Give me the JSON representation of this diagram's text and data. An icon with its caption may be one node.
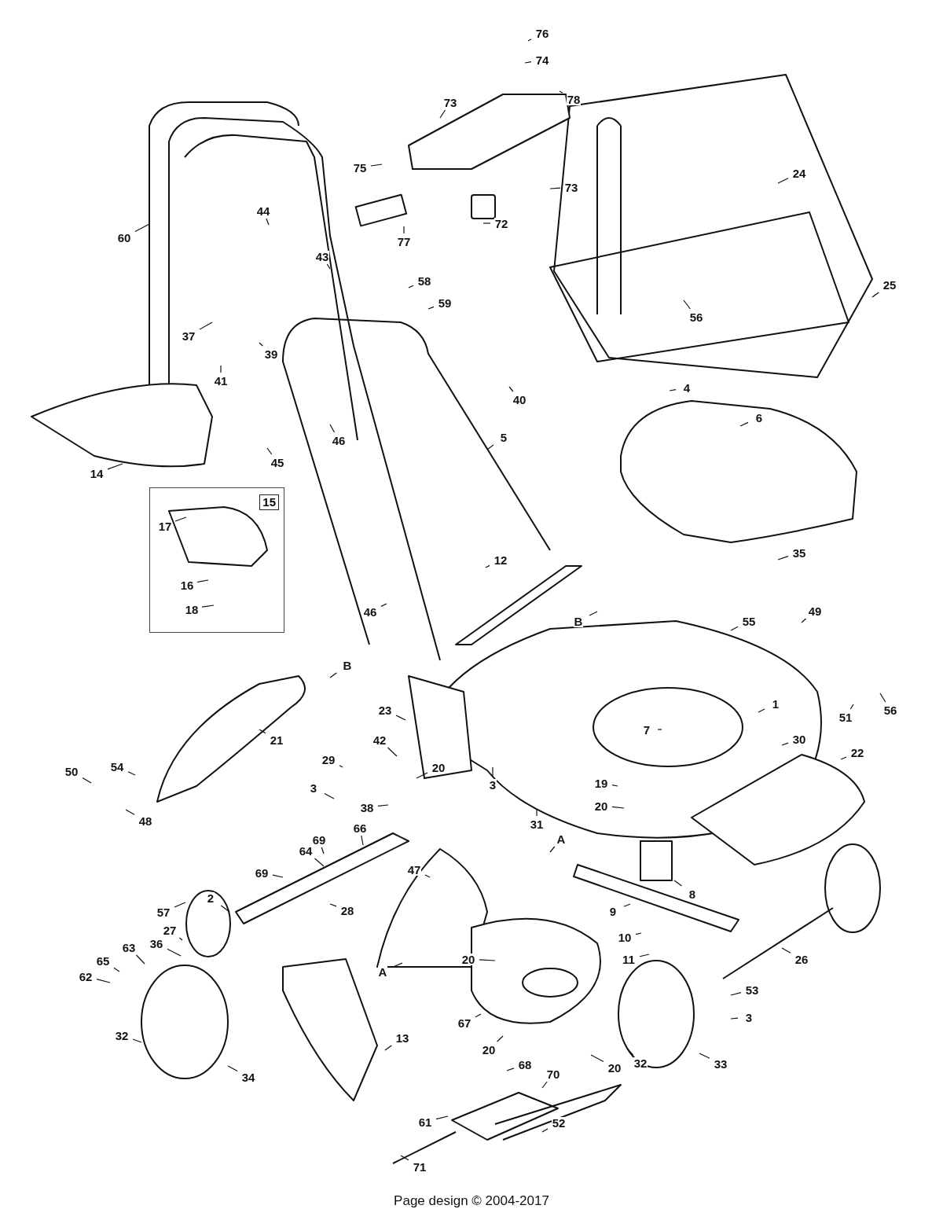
{
  "diagram": {
    "caption": "Page design © 2004-2017",
    "nodes": [
      {
        "text": [
          "76"
        ]
      },
      {
        "text": [
          "74"
        ]
      },
      {
        "text": [
          "73"
        ]
      },
      {
        "text": [
          "78"
        ]
      },
      {
        "text": [
          "24"
        ]
      },
      {
        "text": [
          "75"
        ]
      },
      {
        "text": [
          "73"
        ]
      },
      {
        "text": [
          "72"
        ]
      },
      {
        "text": [
          "60"
        ]
      },
      {
        "text": [
          "44"
        ]
      },
      {
        "text": [
          "77"
        ]
      },
      {
        "text": [
          "43"
        ]
      },
      {
        "text": [
          "58"
        ]
      },
      {
        "text": [
          "25"
        ]
      },
      {
        "text": [
          "59"
        ]
      },
      {
        "text": [
          "56"
        ]
      },
      {
        "text": [
          "37"
        ]
      },
      {
        "text": [
          "39"
        ]
      },
      {
        "text": [
          "41"
        ]
      },
      {
        "text": [
          "4"
        ]
      },
      {
        "text": [
          "40"
        ]
      },
      {
        "text": [
          "6"
        ]
      },
      {
        "text": [
          "5"
        ]
      },
      {
        "text": [
          "46"
        ]
      },
      {
        "text": [
          "45"
        ]
      },
      {
        "text": [
          "14"
        ]
      },
      {
        "text": [
          "15"
        ]
      },
      {
        "text": [
          "17"
        ],
        "in": 26
      },
      {
        "text": [
          "16"
        ],
        "in": 26
      },
      {
        "text": [
          "18"
        ],
        "in": 26
      },
      {
        "text": [
          "35"
        ]
      },
      {
        "text": [
          "12"
        ]
      },
      {
        "text": [
          "46"
        ]
      },
      {
        "text": [
          "49"
        ]
      },
      {
        "text": [
          "55"
        ]
      },
      {
        "text": [
          "B"
        ]
      },
      {
        "text": [
          "B"
        ]
      },
      {
        "text": [
          "1"
        ]
      },
      {
        "text": [
          "51"
        ]
      },
      {
        "text": [
          "56"
        ]
      },
      {
        "text": [
          "23"
        ]
      },
      {
        "text": [
          "7"
        ]
      },
      {
        "text": [
          "30"
        ]
      },
      {
        "text": [
          "21"
        ]
      },
      {
        "text": [
          "22"
        ]
      },
      {
        "text": [
          "29"
        ]
      },
      {
        "text": [
          "42"
        ]
      },
      {
        "text": [
          "54"
        ]
      },
      {
        "text": [
          "20"
        ]
      },
      {
        "text": [
          "50"
        ]
      },
      {
        "text": [
          "3"
        ]
      },
      {
        "text": [
          "19"
        ]
      },
      {
        "text": [
          "3"
        ]
      },
      {
        "text": [
          "20"
        ]
      },
      {
        "text": [
          "38"
        ]
      },
      {
        "text": [
          "48"
        ]
      },
      {
        "text": [
          "31"
        ]
      },
      {
        "text": [
          "66"
        ]
      },
      {
        "text": [
          "A"
        ]
      },
      {
        "text": [
          "69"
        ]
      },
      {
        "text": [
          "64"
        ]
      },
      {
        "text": [
          "47"
        ]
      },
      {
        "text": [
          "69"
        ]
      },
      {
        "text": [
          "8"
        ]
      },
      {
        "text": [
          "2"
        ]
      },
      {
        "text": [
          "28"
        ]
      },
      {
        "text": [
          "9"
        ]
      },
      {
        "text": [
          "57"
        ]
      },
      {
        "text": [
          "27"
        ]
      },
      {
        "text": [
          "10"
        ]
      },
      {
        "text": [
          "36"
        ]
      },
      {
        "text": [
          "63"
        ]
      },
      {
        "text": [
          "26"
        ]
      },
      {
        "text": [
          "11"
        ]
      },
      {
        "text": [
          "20"
        ]
      },
      {
        "text": [
          "65"
        ]
      },
      {
        "text": [
          "A"
        ]
      },
      {
        "text": [
          "62"
        ]
      },
      {
        "text": [
          "53"
        ]
      },
      {
        "text": [
          "3"
        ]
      },
      {
        "text": [
          "67"
        ]
      },
      {
        "text": [
          "32"
        ]
      },
      {
        "text": [
          "13"
        ]
      },
      {
        "text": [
          "20"
        ]
      },
      {
        "text": [
          "32"
        ]
      },
      {
        "text": [
          "33"
        ]
      },
      {
        "text": [
          "20"
        ]
      },
      {
        "text": [
          "68"
        ]
      },
      {
        "text": [
          "70"
        ]
      },
      {
        "text": [
          "34"
        ]
      },
      {
        "text": [
          "61"
        ]
      },
      {
        "text": [
          "52"
        ]
      },
      {
        "text": [
          "71"
        ]
      }
    ],
    "edges": [
      {
        "from": 0,
        "to": null,
        "arrow": "none"
      },
      {
        "from": 1,
        "to": null,
        "arrow": "none"
      },
      {
        "from": 2,
        "to": null,
        "arrow": "none"
      },
      {
        "from": 3,
        "to": null,
        "arrow": "none"
      },
      {
        "from": 4,
        "to": null,
        "arrow": "none"
      },
      {
        "from": 5,
        "to": null,
        "arrow": "none"
      },
      {
        "from": 6,
        "to": null,
        "arrow": "none"
      },
      {
        "from": 7,
        "to": null,
        "arrow": "none"
      },
      {
        "from": 8,
        "to": null,
        "arrow": "none"
      },
      {
        "from": 9,
        "to": null,
        "arrow": "none"
      },
      {
        "from": 10,
        "to": null,
        "arrow": "none"
      },
      {
        "from": 11,
        "to": null,
        "arrow": "none"
      },
      {
        "from": 12,
        "to": null,
        "arrow": "none"
      },
      {
        "from": 13,
        "to": null,
        "arrow": "none"
      },
      {
        "from": 14,
        "to": null,
        "arrow": "none"
      },
      {
        "from": 15,
        "to": null,
        "arrow": "none"
      },
      {
        "from": 16,
        "to": null,
        "arrow": "none"
      },
      {
        "from": 17,
        "to": null,
        "arrow": "none"
      },
      {
        "from": 18,
        "to": null,
        "arrow": "none"
      },
      {
        "from": 19,
        "to": null,
        "arrow": "none"
      },
      {
        "from": 20,
        "to": null,
        "arrow": "none"
      },
      {
        "from": 21,
        "to": null,
        "arrow": "none"
      },
      {
        "from": 22,
        "to": null,
        "arrow": "none"
      },
      {
        "from": 23,
        "to": null,
        "arrow": "none"
      },
      {
        "from": 24,
        "to": null,
        "arrow": "none"
      },
      {
        "from": 25,
        "to": null,
        "arrow": "none"
      },
      {
        "from": 27,
        "to": null,
        "arrow": "none"
      },
      {
        "from": 28,
        "to": null,
        "arrow": "none"
      },
      {
        "from": 29,
        "to": null,
        "arrow": "none"
      },
      {
        "from": 30,
        "to": null,
        "arrow": "none"
      },
      {
        "from": 31,
        "to": null,
        "arrow": "none"
      },
      {
        "from": 32,
        "to": null,
        "arrow": "none"
      },
      {
        "from": 33,
        "to": null,
        "arrow": "none"
      },
      {
        "from": 34,
        "to": null,
        "arrow": "none"
      },
      {
        "from": 35,
        "to": null,
        "arrow": "none"
      },
      {
        "from": 36,
        "to": null,
        "arrow": "none"
      },
      {
        "from": 37,
        "to": null,
        "arrow": "none"
      },
      {
        "from": 38,
        "to": null,
        "arrow": "none"
      },
      {
        "from": 39,
        "to": null,
        "arrow": "none"
      },
      {
        "from": 40,
        "to": null,
        "arrow": "none"
      },
      {
        "from": 41,
        "to": null,
        "arrow": "none"
      },
      {
        "from": 42,
        "to": null,
        "arrow": "none"
      },
      {
        "from": 43,
        "to": null,
        "arrow": "none"
      },
      {
        "from": 44,
        "to": null,
        "arrow": "none"
      },
      {
        "from": 45,
        "to": null,
        "arrow": "none"
      },
      {
        "from": 46,
        "to": null,
        "arrow": "none"
      },
      {
        "from": 47,
        "to": null,
        "arrow": "none"
      },
      {
        "from": 48,
        "to": null,
        "arrow": "none"
      },
      {
        "from": 49,
        "to": null,
        "arrow": "none"
      },
      {
        "from": 50,
        "to": null,
        "arrow": "none"
      },
      {
        "from": 51,
        "to": null,
        "arrow": "none"
      },
      {
        "from": 52,
        "to": null,
        "arrow": "none"
      },
      {
        "from": 53,
        "to": null,
        "arrow": "none"
      },
      {
        "from": 54,
        "to": null,
        "arrow": "none"
      },
      {
        "from": 55,
        "to": null,
        "arrow": "none"
      },
      {
        "from": 56,
        "to": null,
        "arrow": "none"
      },
      {
        "from": 57,
        "to": null,
        "arrow": "none"
      },
      {
        "from": 58,
        "to": null,
        "arrow": "none"
      },
      {
        "from": 59,
        "to": null,
        "arrow": "none"
      },
      {
        "from": 60,
        "to": null,
        "arrow": "none"
      },
      {
        "from": 61,
        "to": null,
        "arrow": "none"
      },
      {
        "from": 62,
        "to": null,
        "arrow": "none"
      },
      {
        "from": 63,
        "to": null,
        "arrow": "none"
      },
      {
        "from": 64,
        "to": null,
        "arrow": "none"
      },
      {
        "from": 65,
        "to": null,
        "arrow": "none"
      },
      {
        "from": 66,
        "to": null,
        "arrow": "none"
      },
      {
        "from": 67,
        "to": null,
        "arrow": "none"
      },
      {
        "from": 68,
        "to": null,
        "arrow": "none"
      },
      {
        "from": 69,
        "to": null,
        "arrow": "none"
      },
      {
        "from": 70,
        "to": null,
        "arrow": "none"
      },
      {
        "from": 71,
        "to": null,
        "arrow": "none"
      },
      {
        "from": 72,
        "to": null,
        "arrow": "none"
      },
      {
        "from": 73,
        "to": null,
        "arrow": "none"
      },
      {
        "from": 74,
        "to": null,
        "arrow": "none"
      },
      {
        "from": 75,
        "to": null,
        "arrow": "none"
      },
      {
        "from": 76,
        "to": null,
        "arrow": "none"
      },
      {
        "from": 77,
        "to": null,
        "arrow": "none"
      },
      {
        "from": 78,
        "to": null,
        "arrow": "none"
      },
      {
        "from": 79,
        "to": null,
        "arrow": "none"
      },
      {
        "from": 80,
        "to": null,
        "arrow": "none"
      },
      {
        "from": 81,
        "to": null,
        "arrow": "none"
      },
      {
        "from": 82,
        "to": null,
        "arrow": "none"
      },
      {
        "from": 83,
        "to": null,
        "arrow": "none"
      },
      {
        "from": 84,
        "to": null,
        "arrow": "none"
      },
      {
        "from": 85,
        "to": null,
        "arrow": "none"
      },
      {
        "from": 86,
        "to": null,
        "arrow": "none"
      },
      {
        "from": 87,
        "to": null,
        "arrow": "none"
      },
      {
        "from": 88,
        "to": null,
        "arrow": "none"
      },
      {
        "from": 89,
        "to": null,
        "arrow": "none"
      },
      {
        "from": 90,
        "to": null,
        "arrow": "none"
      },
      {
        "from": 91,
        "to": null,
        "arrow": "none"
      },
      {
        "from": 92,
        "to": null,
        "arrow": "none"
      }
    ]
  }
}
